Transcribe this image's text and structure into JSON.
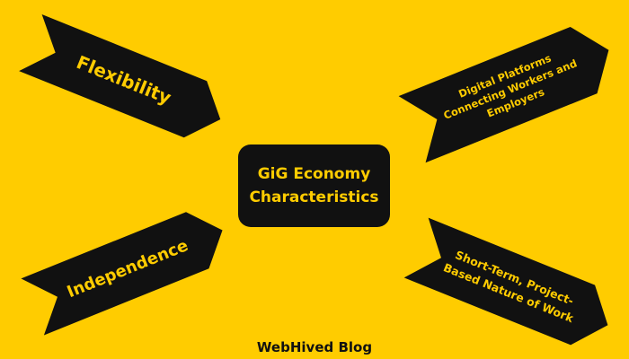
{
  "center": {
    "line1": "GiG Economy",
    "line2": "Characteristics"
  },
  "arrows": [
    {
      "lines": [
        "Flexibility"
      ]
    },
    {
      "lines": [
        "Digital Platforms",
        "Connecting Workers and",
        "Employers"
      ]
    },
    {
      "lines": [
        "Independence"
      ]
    },
    {
      "lines": [
        "Short-Term, Project-",
        "Based Nature of Work"
      ]
    }
  ],
  "footer": {
    "label": "WebHived Blog"
  },
  "colors": {
    "background": "#ffcc00",
    "shape": "#111111",
    "text_on_shape": "#ffcc00"
  }
}
